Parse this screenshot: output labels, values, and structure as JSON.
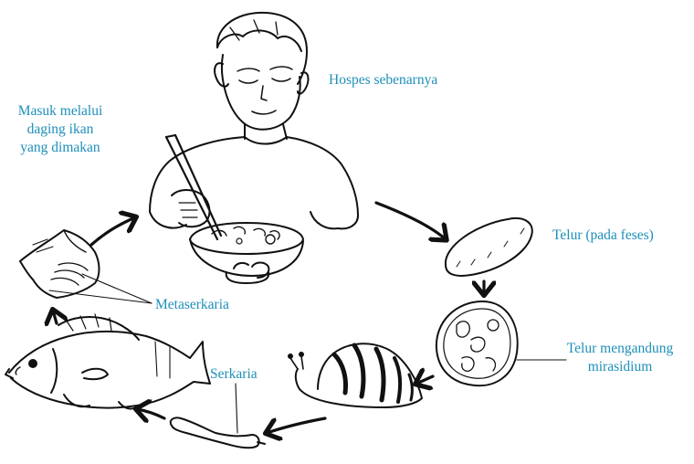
{
  "labels": {
    "definitive_host": "Hospes sebenarnya",
    "entry_line1": "Masuk melalui",
    "entry_line2": "daging ikan",
    "entry_line3": "yang dimakan",
    "egg_feces": "Telur (pada feses)",
    "egg_miracidium_line1": "Telur mengandung",
    "egg_miracidium_line2": "mirasidium",
    "cercaria": "Serkaria",
    "metacercaria": "Metaserkaria"
  },
  "colors": {
    "label": "#1e8fb8",
    "line": "#111111"
  }
}
